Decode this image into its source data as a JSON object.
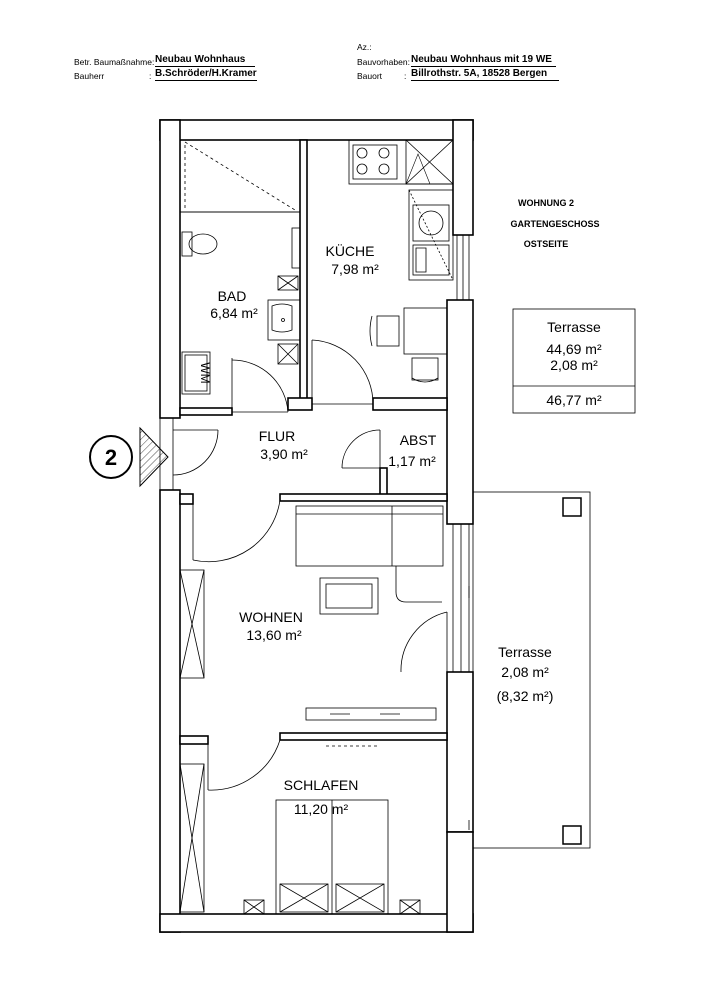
{
  "header": {
    "az_label": "Az.:",
    "left": [
      {
        "label": "Betr. Baumaßnahme:",
        "value": "Neubau Wohnhaus"
      },
      {
        "label": "Bauherr",
        "sep": ":",
        "value": "B.Schröder/H.Kramer"
      }
    ],
    "right": [
      {
        "label": "Bauvorhaben:",
        "value": "Neubau Wohnhaus mit 19 WE"
      },
      {
        "label": "Bauort",
        "sep": ":",
        "value": "Billrothstr. 5A, 18528 Bergen"
      }
    ]
  },
  "info": {
    "line1": "WOHNUNG 2",
    "line2": "GARTENGESCHOSS",
    "line3": "OSTSEITE"
  },
  "terrace_box": {
    "title": "Terrasse",
    "value1": "44,69 m²",
    "value2": "2,08 m²",
    "total": "46,77 m²"
  },
  "entrance_marker": "2",
  "rooms": {
    "bad": {
      "name": "BAD",
      "area": "6,84 m²"
    },
    "kueche": {
      "name": "KÜCHE",
      "area": "7,98 m²"
    },
    "flur": {
      "name": "FLUR",
      "area": "3,90 m²"
    },
    "abst": {
      "name": "ABST",
      "area": "1,17 m²"
    },
    "wohnen": {
      "name": "WOHNEN",
      "area": "13,60 m²"
    },
    "schlafen": {
      "name": "SCHLAFEN",
      "area": "11,20 m²"
    },
    "terrasse": {
      "name": "Terrasse",
      "area": "2,08 m²",
      "area2": "(8,32 m²)"
    }
  },
  "wm_label": "WM",
  "colors": {
    "wall_fill": "#ffffff",
    "line": "#000000"
  }
}
